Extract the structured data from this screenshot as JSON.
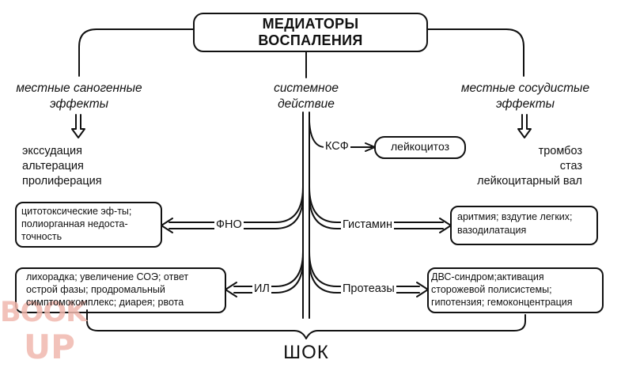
{
  "title_line1": "МЕДИАТОРЫ",
  "title_line2": "ВОСПАЛЕНИЯ",
  "branch_left": [
    "местные саногенные",
    "эффекты"
  ],
  "branch_center": [
    "системное",
    "действие"
  ],
  "branch_right": [
    "местные сосудистые",
    "эффекты"
  ],
  "left_effects": [
    "экссудация",
    "альтерация",
    "пролиферация"
  ],
  "right_effects": [
    "тромбоз",
    "стаз",
    "лейкоцитарный вал"
  ],
  "mediators": {
    "ksf": "КСФ",
    "fno": "ФНО",
    "il": "ИЛ",
    "histamine": "Гистамин",
    "proteases": "Протеазы"
  },
  "boxes": {
    "leukocytosis": "лейкоцитоз",
    "fno_box": [
      "цитотоксические эф-ты;",
      "полиорганная недоста-",
      "точность"
    ],
    "il_box": [
      "лихорадка; увеличение СОЭ; ответ",
      "острой фазы; продромальный",
      "симптомокомплекс; диарея; рвота"
    ],
    "hist_box": [
      "аритмия; вздутие легких;",
      "вазодилатация"
    ],
    "prot_box": [
      "ДВС-синдром;активация",
      "сторожевой полисистемы;",
      "гипотензия; гемоконцентрация"
    ]
  },
  "result": "ШОК",
  "watermark": [
    "BOOK",
    "UP"
  ],
  "colors": {
    "ink": "#111111",
    "watermark": "#f0b8ae"
  }
}
